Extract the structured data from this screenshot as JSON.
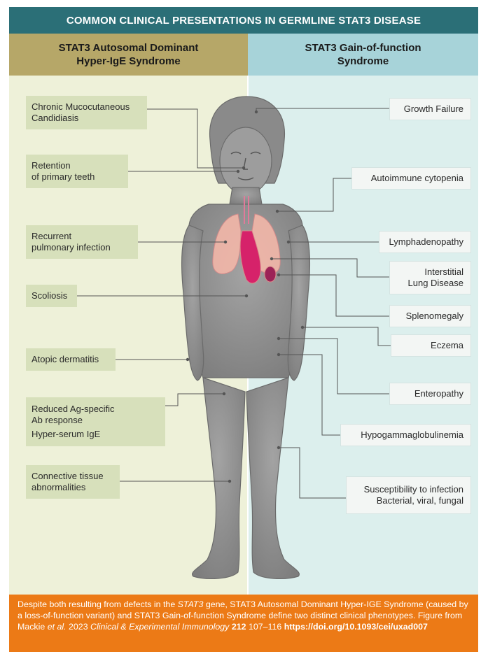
{
  "title": "COMMON CLINICAL PRESENTATIONS IN GERMLINE STAT3 DISEASE",
  "left_header": {
    "line1": "STAT3 Autosomal Dominant",
    "line2": "Hyper-IgE Syndrome"
  },
  "right_header": {
    "line1": "STAT3 Gain-of-function",
    "line2": "Syndrome"
  },
  "left_items": [
    {
      "lines": [
        "Chronic Mucocutaneous",
        "Candidiasis"
      ]
    },
    {
      "lines": [
        "Retention",
        "of primary teeth"
      ]
    },
    {
      "lines": [
        "Recurrent",
        "pulmonary infection"
      ]
    },
    {
      "lines": [
        "Scoliosis"
      ]
    },
    {
      "lines": [
        "Atopic dermatitis"
      ]
    },
    {
      "lines": [
        "Reduced Ag-specific",
        "Ab response",
        "Hyper-serum IgE"
      ]
    },
    {
      "lines": [
        "Connective tissue",
        "abnormalities"
      ]
    }
  ],
  "right_items": [
    {
      "lines": [
        "Growth Failure"
      ]
    },
    {
      "lines": [
        "Autoimmune cytopenia"
      ]
    },
    {
      "lines": [
        "Lymphadenopathy"
      ]
    },
    {
      "lines": [
        "Interstitial",
        "Lung Disease"
      ]
    },
    {
      "lines": [
        "Splenomegaly"
      ]
    },
    {
      "lines": [
        "Eczema"
      ]
    },
    {
      "lines": [
        "Enteropathy"
      ]
    },
    {
      "lines": [
        "Hypogammaglobulinemia"
      ]
    },
    {
      "lines": [
        "Susceptibility to infection",
        "Bacterial, viral, fungal"
      ]
    }
  ],
  "caption": {
    "p1": "Despite both resulting from defects in the ",
    "gene": "STAT3",
    "p2": " gene, STAT3 Autosomal Dominant Hyper-IGE Syndrome (caused by a loss-of-function variant) and STAT3 Gain-of-function Syndrome define two distinct clinical phenotypes. Figure from Mackie ",
    "etal": "et al.",
    "p3": " 2023 ",
    "journal": "Clinical & Experimental Immunology",
    "volume": "212",
    "pages": " 107–116 ",
    "doi": "https://doi.org/10.1093/cei/uxad007"
  },
  "colors": {
    "title_bar": "#2b6f77",
    "left_header": "#b6a768",
    "right_header": "#a7d3d9",
    "left_panel": "#eef1d9",
    "right_panel": "#dcefed",
    "caption_bg": "#ec7a16",
    "body": "#8c8c8c"
  }
}
